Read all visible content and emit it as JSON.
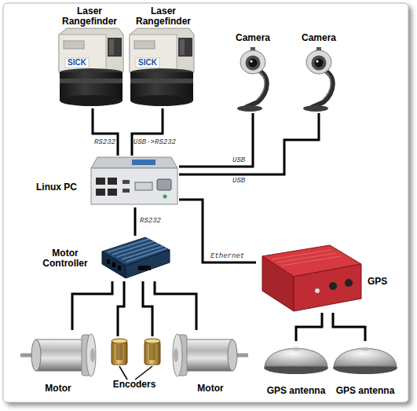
{
  "diagram": {
    "nodes": [
      {
        "text": [
          "Laser Rangefinder"
        ]
      },
      {
        "text": [
          "Laser Rangefinder"
        ]
      },
      {
        "text": [
          "Camera"
        ]
      },
      {
        "text": [
          "Camera"
        ]
      },
      {
        "text": [
          "Linux PC"
        ]
      },
      {
        "text": [
          "Motor Controller"
        ]
      },
      {
        "text": [
          "GPS"
        ]
      },
      {
        "text": [
          "Motor"
        ]
      },
      {
        "text": [
          "Encoders"
        ]
      },
      {
        "text": [
          "Motor"
        ]
      },
      {
        "text": [
          "GPS antenna"
        ]
      },
      {
        "text": [
          "GPS antenna"
        ]
      }
    ],
    "edges": [
      {
        "from": 0,
        "to": 4,
        "arrow": "none",
        "label": "RS232"
      },
      {
        "from": 1,
        "to": 4,
        "arrow": "none",
        "label": "USB->RS232"
      },
      {
        "from": 2,
        "to": 4,
        "arrow": "none",
        "label": "USB"
      },
      {
        "from": 3,
        "to": 4,
        "arrow": "none",
        "label": "USB"
      },
      {
        "from": 4,
        "to": 5,
        "arrow": "none",
        "label": "RS232"
      },
      {
        "from": 4,
        "to": 6,
        "arrow": "none",
        "label": "Ethernet"
      },
      {
        "from": 5,
        "to": 7,
        "arrow": "none"
      },
      {
        "from": 5,
        "to": 8,
        "arrow": "none"
      },
      {
        "from": 5,
        "to": 8,
        "arrow": "none"
      },
      {
        "from": 5,
        "to": 9,
        "arrow": "none"
      },
      {
        "from": 6,
        "to": 10,
        "arrow": "none"
      },
      {
        "from": 6,
        "to": 11,
        "arrow": "none"
      }
    ],
    "labels": [
      "SICK",
      "SICK"
    ]
  }
}
